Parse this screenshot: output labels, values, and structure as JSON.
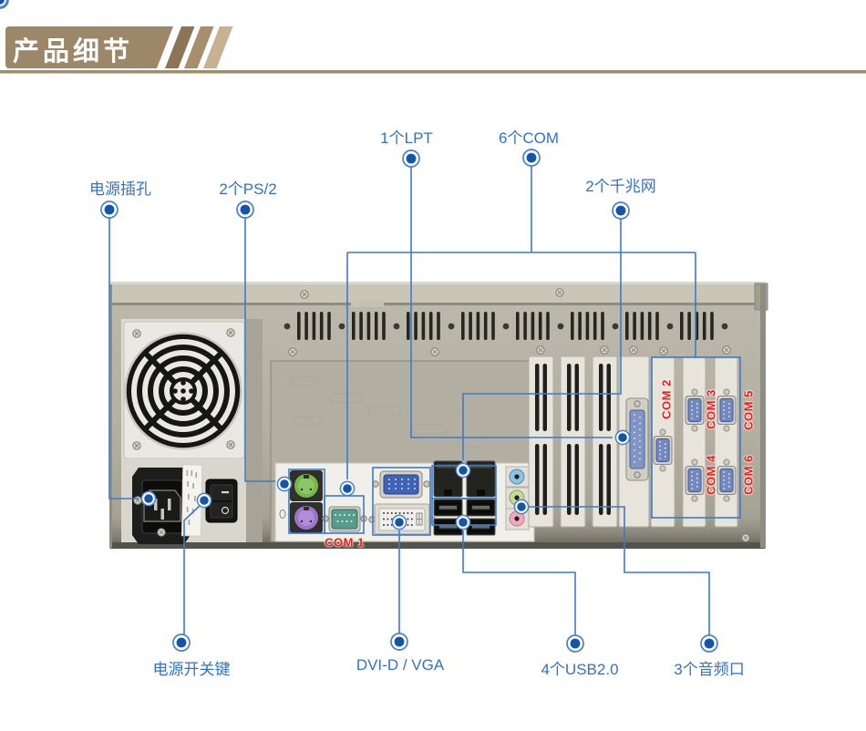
{
  "header": {
    "title": "产品细节"
  },
  "callouts": {
    "power_inlet": {
      "label": "电源插孔"
    },
    "ps2": {
      "label": "2个PS/2"
    },
    "lpt": {
      "label": "1个LPT"
    },
    "com": {
      "label": "6个COM"
    },
    "lan": {
      "label": "2个千兆网"
    },
    "power_switch": {
      "label": "电源开关键"
    },
    "dvi_vga": {
      "label": "DVI-D / VGA"
    },
    "usb": {
      "label": "4个USB2.0"
    },
    "audio": {
      "label": "3个音频口"
    }
  },
  "com_ports": {
    "com1": "COM 1",
    "com2": "COM 2",
    "com3": "COM 3",
    "com4": "COM 4",
    "com5": "COM 5",
    "com6": "COM 6"
  },
  "colors": {
    "accent_blue": "#3273c5",
    "label_red": "#ee1b15",
    "banner_brown": "#9c8769",
    "chassis_gray": "#b6b3a6"
  }
}
